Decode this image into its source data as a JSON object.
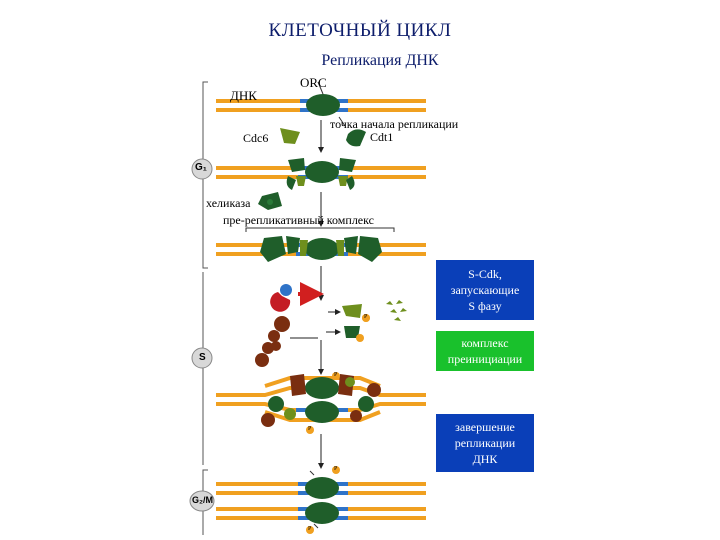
{
  "title": "КЛЕТОЧНЫЙ ЦИКЛ",
  "subtitle": "Репликация ДНК",
  "labels": {
    "dna": "ДНК",
    "orc": "ORC",
    "origin": "точка начала репликации",
    "cdc6": "Cdc6",
    "cdt1": "Cdt1",
    "helicase": "хеликаза",
    "pre_rc": "пре-репликативный комплекс",
    "phosphate": "P"
  },
  "phases": {
    "g1": "G₁",
    "s": "S",
    "g2m": "G₂/M"
  },
  "boxes": {
    "s_cdk": "S-Cdk,\nзапускающие\nS фазу",
    "preinit": "комплекс\nпреинициации",
    "completion": "завершение\nрепликации\nДНК"
  },
  "colors": {
    "dna_orange": "#f0a020",
    "dna_blue": "#2f73c8",
    "dark_green": "#1f5e2a",
    "olive_green": "#6e8f1d",
    "brown": "#7a2e10",
    "box_blue": "#0a3fb8",
    "box_green": "#19c12c",
    "red": "#d11f1f",
    "title_navy": "#0d1d6b"
  }
}
